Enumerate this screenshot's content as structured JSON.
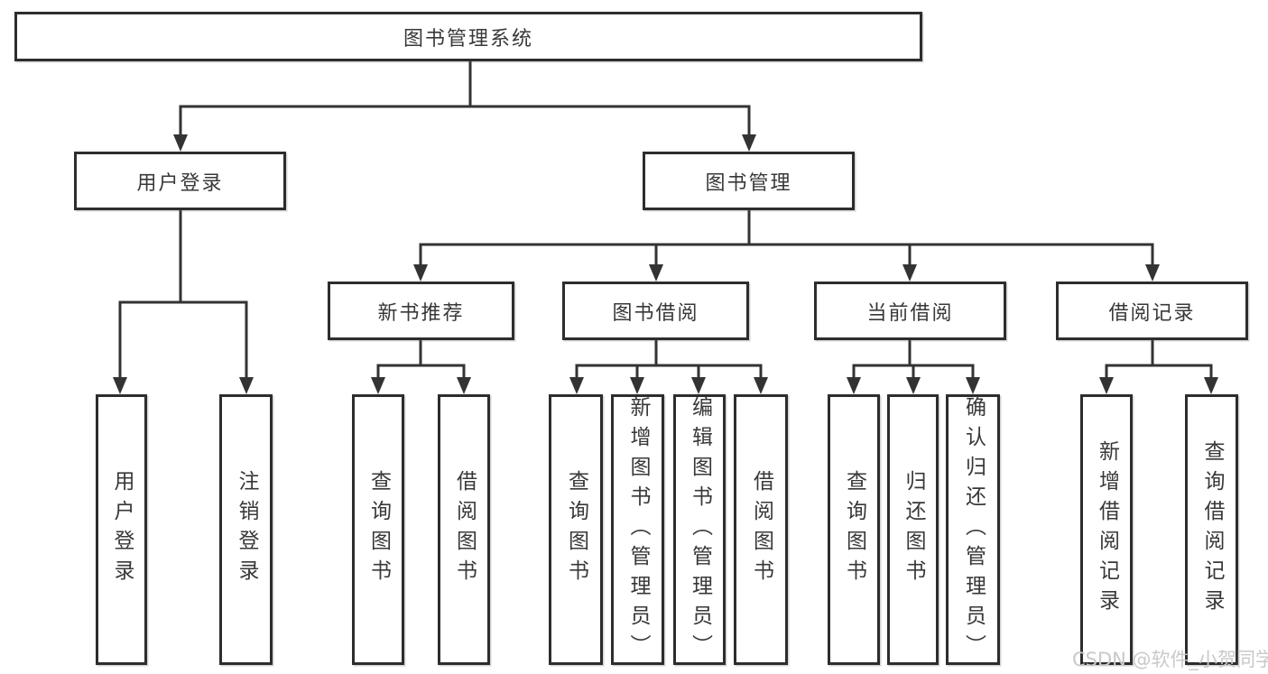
{
  "colors": {
    "line": "#333333",
    "box_border": "#2d2d2d",
    "text": "#383838",
    "watermark": "#c9c9c9",
    "background": "#ffffff"
  },
  "watermark": "CSDN @软件_小贺同学",
  "tree": {
    "label": "图书管理系统",
    "children": [
      {
        "label": "用户登录",
        "children": [
          {
            "label": "用户登录"
          },
          {
            "label": "注销登录"
          }
        ]
      },
      {
        "label": "图书管理",
        "children": [
          {
            "label": "新书推荐",
            "children": [
              {
                "label": "查询图书"
              },
              {
                "label": "借阅图书"
              }
            ]
          },
          {
            "label": "图书借阅",
            "children": [
              {
                "label": "查询图书"
              },
              {
                "label": "新增图书（管理员）"
              },
              {
                "label": "编辑图书（管理员）"
              },
              {
                "label": "借阅图书"
              }
            ]
          },
          {
            "label": "当前借阅",
            "children": [
              {
                "label": "查询图书"
              },
              {
                "label": "归还图书"
              },
              {
                "label": "确认归还（管理员）"
              }
            ]
          },
          {
            "label": "借阅记录",
            "children": [
              {
                "label": "新增借阅记录"
              },
              {
                "label": "查询借阅记录"
              }
            ]
          }
        ]
      }
    ]
  }
}
